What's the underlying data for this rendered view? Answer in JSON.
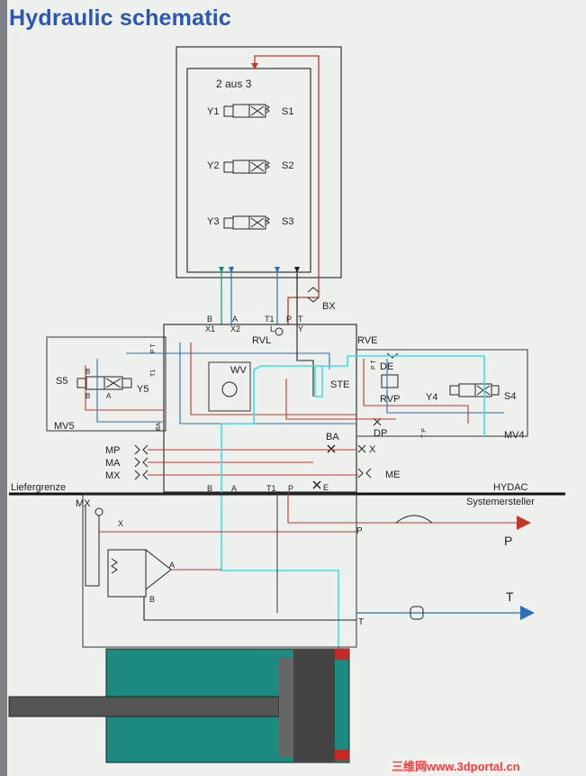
{
  "title": "Hydraulic schematic",
  "watermark": "三维网www.3dportal.cn",
  "colors": {
    "title": "#2b57b3",
    "pressure_line": "#c0392b",
    "return_line": "#2e6db8",
    "selected_path": "#3fe0e8",
    "cylinder": "#1c8a7e"
  },
  "top_block": {
    "header": "2 aus 3",
    "valves": [
      {
        "left": "Y1",
        "right": "S1"
      },
      {
        "left": "Y2",
        "right": "S2"
      },
      {
        "left": "Y3",
        "right": "S3"
      }
    ]
  },
  "ports_top": {
    "b": "B",
    "x1": "X1",
    "a": "A",
    "x2": "X2",
    "t1": "T1",
    "l": "L",
    "p": "P",
    "t": "T",
    "y": "Y"
  },
  "labels": {
    "bx": "BX",
    "rvl": "RVL",
    "rve": "RVE",
    "wv": "WV",
    "ste": "STE",
    "de": "DE",
    "rvp": "RVP",
    "y4": "Y4",
    "s4": "S4",
    "s5": "S5",
    "y5": "Y5",
    "mv5": "MV5",
    "mv4": "MV4",
    "ba": "BA",
    "dp": "DP",
    "x": "X",
    "mp": "MP",
    "ma": "MA",
    "mx": "MX",
    "me": "ME",
    "e": "E",
    "t1_side": "T1",
    "pt": "P T",
    "b_small": "B",
    "a_small": "A",
    "ba_small": "BA",
    "tp": "T P"
  },
  "bottom_ports": {
    "b": "B",
    "a": "A",
    "t1": "T1",
    "p": "P"
  },
  "supply": {
    "boundary_left": "Liefergrenze",
    "boundary_right": "HYDAC",
    "boundary_right_sub": "Systemersteller",
    "mx": "MX",
    "x": "X",
    "a": "A",
    "b": "B",
    "p_port": "P",
    "t_port": "T",
    "p_line": "P",
    "t_line": "T"
  }
}
